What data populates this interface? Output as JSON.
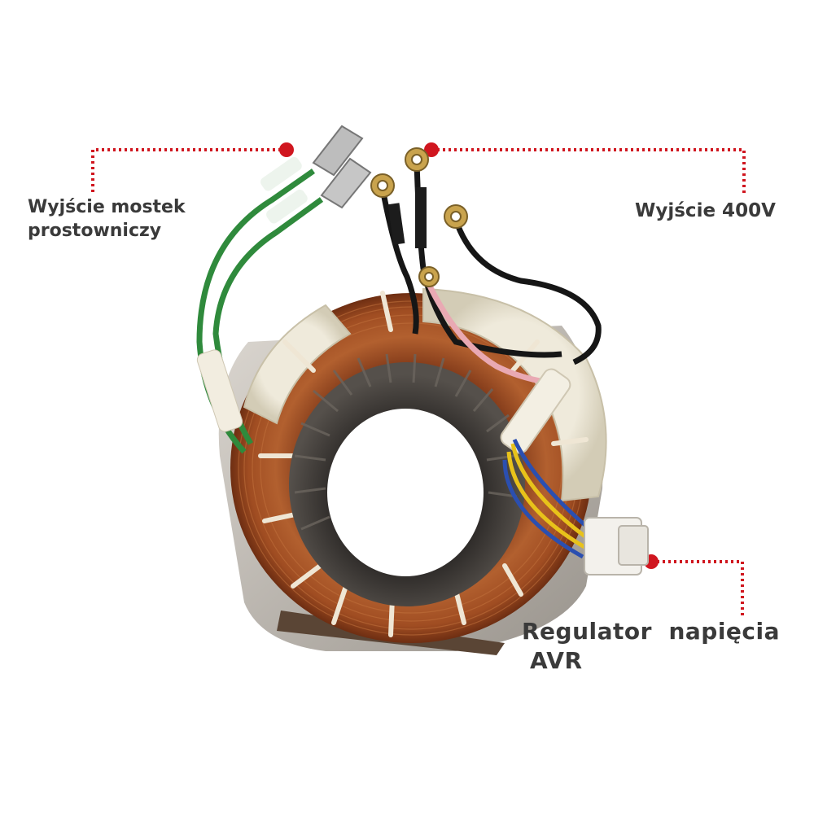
{
  "labels": {
    "bridge_output_line1": "Wyjście mostek",
    "bridge_output_line2": "prostowniczy",
    "output_400v": "Wyjście 400V",
    "avr_line1": "Regulator  napięcia",
    "avr_line2": "AVR"
  },
  "colors": {
    "background": "#ffffff",
    "label_text": "#3a3a3a",
    "callout_red": "#d0161f",
    "copper": "#a4522a",
    "core_steel": "#4a4440",
    "green_wire": "#2f8a3c",
    "black_wire": "#161616",
    "pink_wire": "#e9a9b3",
    "yellow_wire": "#e8c21a",
    "blue_wire": "#2b4fb0",
    "connector_white": "#f3f1ec"
  },
  "icons": {
    "callout_marker": "red-dot"
  }
}
